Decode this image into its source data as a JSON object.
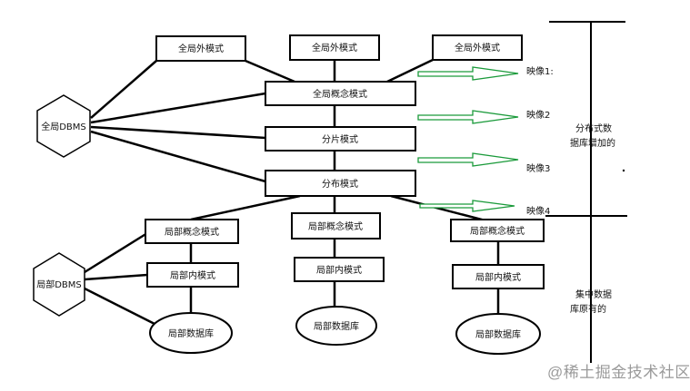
{
  "diagram": {
    "global_dbms": "全局DBMS",
    "local_dbms": "局部DBMS",
    "external_1": "全局外模式",
    "external_2": "全局外模式",
    "external_3": "全局外模式",
    "global_conceptual": "全局概念模式",
    "fragment": "分片模式",
    "distribution": "分布模式",
    "local_conceptual_1": "局部概念模式",
    "local_conceptual_2": "局部概念模式",
    "local_conceptual_3": "局部概念模式",
    "local_internal_1": "局部内模式",
    "local_internal_2": "局部内模式",
    "local_internal_3": "局部内模式",
    "local_db_1": "局部数据库",
    "local_db_2": "局部数据库",
    "local_db_3": "局部数据库",
    "mapping_1": "映像1:",
    "mapping_2": "映像2",
    "mapping_3": "映像3",
    "mapping_4": "映像4",
    "distributed_added_line1": "分布式数",
    "distributed_added_line2": "据库增加的",
    "centralized_original_line1": "集中数据",
    "centralized_original_line2": "库原有的"
  },
  "colors": {
    "arrow": "#1a9a3a",
    "line": "#000000"
  },
  "watermark": "@稀土掘金技术社区"
}
